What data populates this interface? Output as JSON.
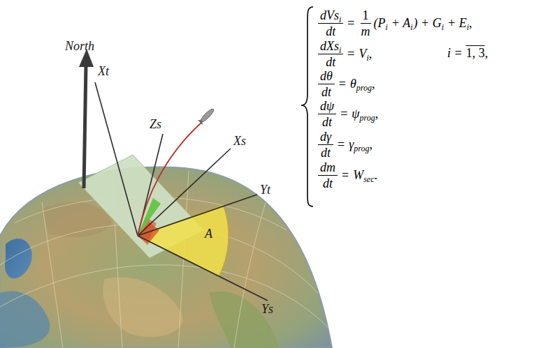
{
  "diagram": {
    "labels": [
      "North",
      "Xt",
      "Zs",
      "Xs",
      "Yt",
      "Ys",
      "A",
      "dVs",
      "i",
      "dt",
      "=",
      "1",
      "m",
      "(P",
      "i",
      "+ A",
      "i",
      ") + G",
      "i",
      "+ E",
      "i",
      ",",
      "dXs",
      "i",
      "dt",
      "=",
      "V",
      "i",
      ",",
      "i =",
      "1, 3",
      ",",
      "dθ",
      "dt",
      "=",
      "θ",
      "prog",
      ",",
      "dψ",
      "dt",
      "=",
      "ψ",
      "prog",
      ",",
      "dγ",
      "dt",
      "=",
      "γ",
      "prog",
      ",",
      "dm",
      "dt",
      "=",
      "W",
      "sec",
      "."
    ]
  }
}
